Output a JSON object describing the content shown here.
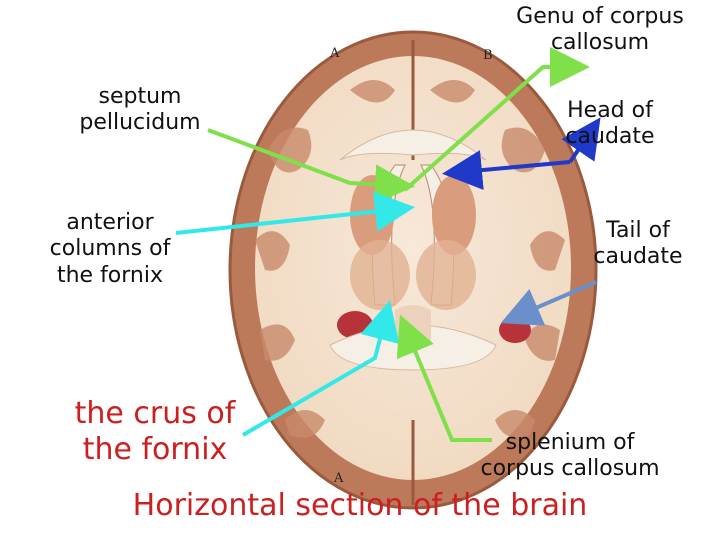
{
  "labels": {
    "septum": "septum\npellucidum",
    "anterior_columns": "anterior\ncolumns of\nthe fornix",
    "crus": "the crus of\nthe fornix",
    "genu": "Genu of corpus\ncallosum",
    "head_caudate": "Head of\ncaudate",
    "tail_caudate": "Tail of\ncaudate",
    "splenium": "splenium of\ncorpus callosum"
  },
  "markers": {
    "a_top": "A",
    "b_top": "B",
    "a_bottom": "A"
  },
  "caption": "Horizontal section of the brain",
  "colors": {
    "label_black": "#111111",
    "label_red": "#cc1f1f",
    "arrow_green": "#7fe04a",
    "arrow_cyan": "#33e8e8",
    "arrow_blue": "#1f39c8",
    "arrow_grey_blue": "#6b8fc9"
  }
}
